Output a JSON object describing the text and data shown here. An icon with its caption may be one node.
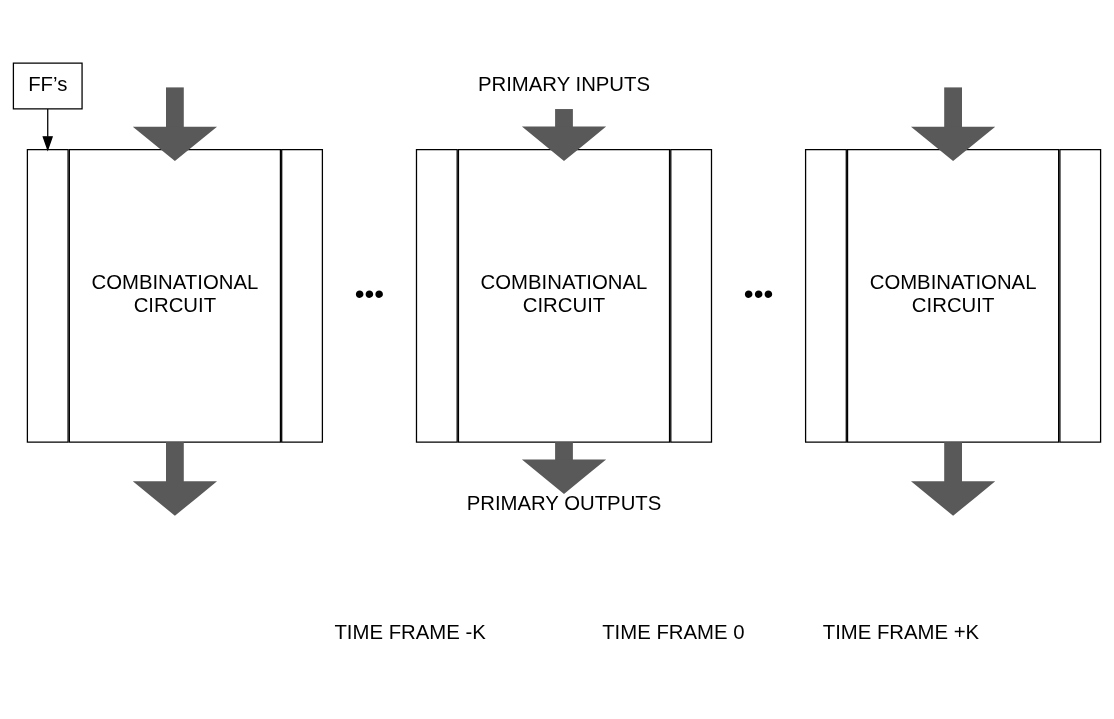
{
  "diagram": {
    "nodes": [
      {
        "text": [
          "PRIMARY INPUTS"
        ]
      },
      {
        "text": [
          "FF’s"
        ]
      },
      {
        "text": [],
        "shape": "box"
      },
      {
        "text": [
          "COMBINATIONAL CIRCUIT"
        ]
      },
      {
        "text": [],
        "shape": "box"
      },
      {
        "text": [],
        "shape": "box"
      },
      {
        "text": [
          "COMBINATIONAL CIRCUIT"
        ]
      },
      {
        "text": [],
        "shape": "box"
      },
      {
        "text": [],
        "shape": "box"
      },
      {
        "text": [
          "COMBINATIONAL CIRCUIT"
        ]
      },
      {
        "text": [],
        "shape": "box"
      },
      {
        "text": [
          "PRIMARY OUTPUTS"
        ]
      }
    ],
    "edges": [
      {
        "from": 1,
        "to": 2,
        "arrow": "to",
        "color": "#000000"
      },
      {
        "from": null,
        "to": 3,
        "arrow": "to"
      },
      {
        "from": 0,
        "to": 6,
        "arrow": "to"
      },
      {
        "from": null,
        "to": 9,
        "arrow": "to"
      },
      {
        "from": 3,
        "to": null,
        "arrow": "to"
      },
      {
        "from": 6,
        "to": 11,
        "arrow": "to"
      },
      {
        "from": 9,
        "to": null,
        "arrow": "to"
      }
    ],
    "labels": [
      "•••",
      "•••",
      "TIME FRAME -K",
      "TIME FRAME 0",
      "TIME FRAME +K"
    ]
  }
}
